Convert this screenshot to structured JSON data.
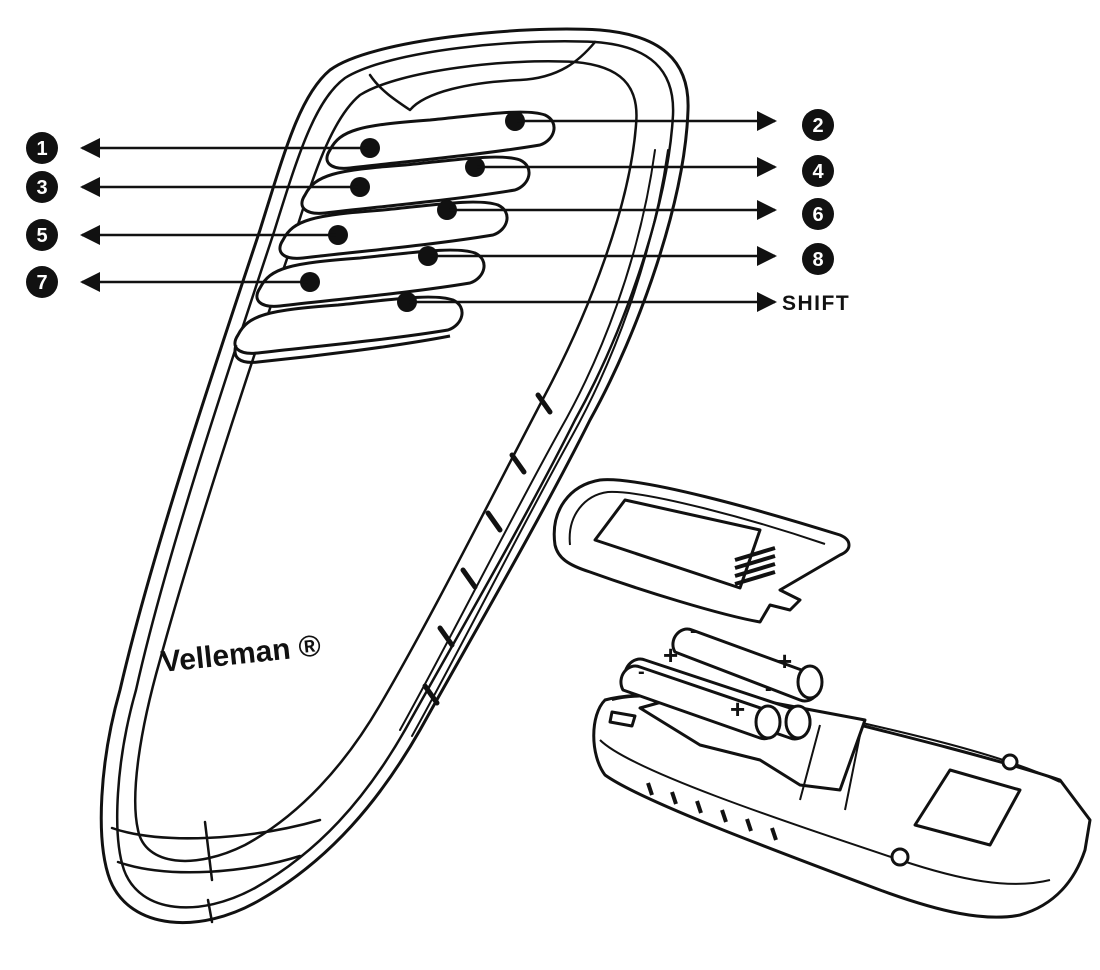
{
  "brand_label": "Velleman ®",
  "callouts": {
    "left": [
      {
        "number": "1"
      },
      {
        "number": "3"
      },
      {
        "number": "5"
      },
      {
        "number": "7"
      }
    ],
    "right": [
      {
        "number": "2"
      },
      {
        "number": "4"
      },
      {
        "number": "6"
      },
      {
        "number": "8"
      },
      {
        "text": "SHIFT"
      }
    ]
  },
  "battery_polarity": {
    "plus": "+",
    "minus": "-"
  },
  "colors": {
    "line": "#111111",
    "fill": "#ffffff",
    "badge": "#111111",
    "badge_text": "#ffffff"
  }
}
